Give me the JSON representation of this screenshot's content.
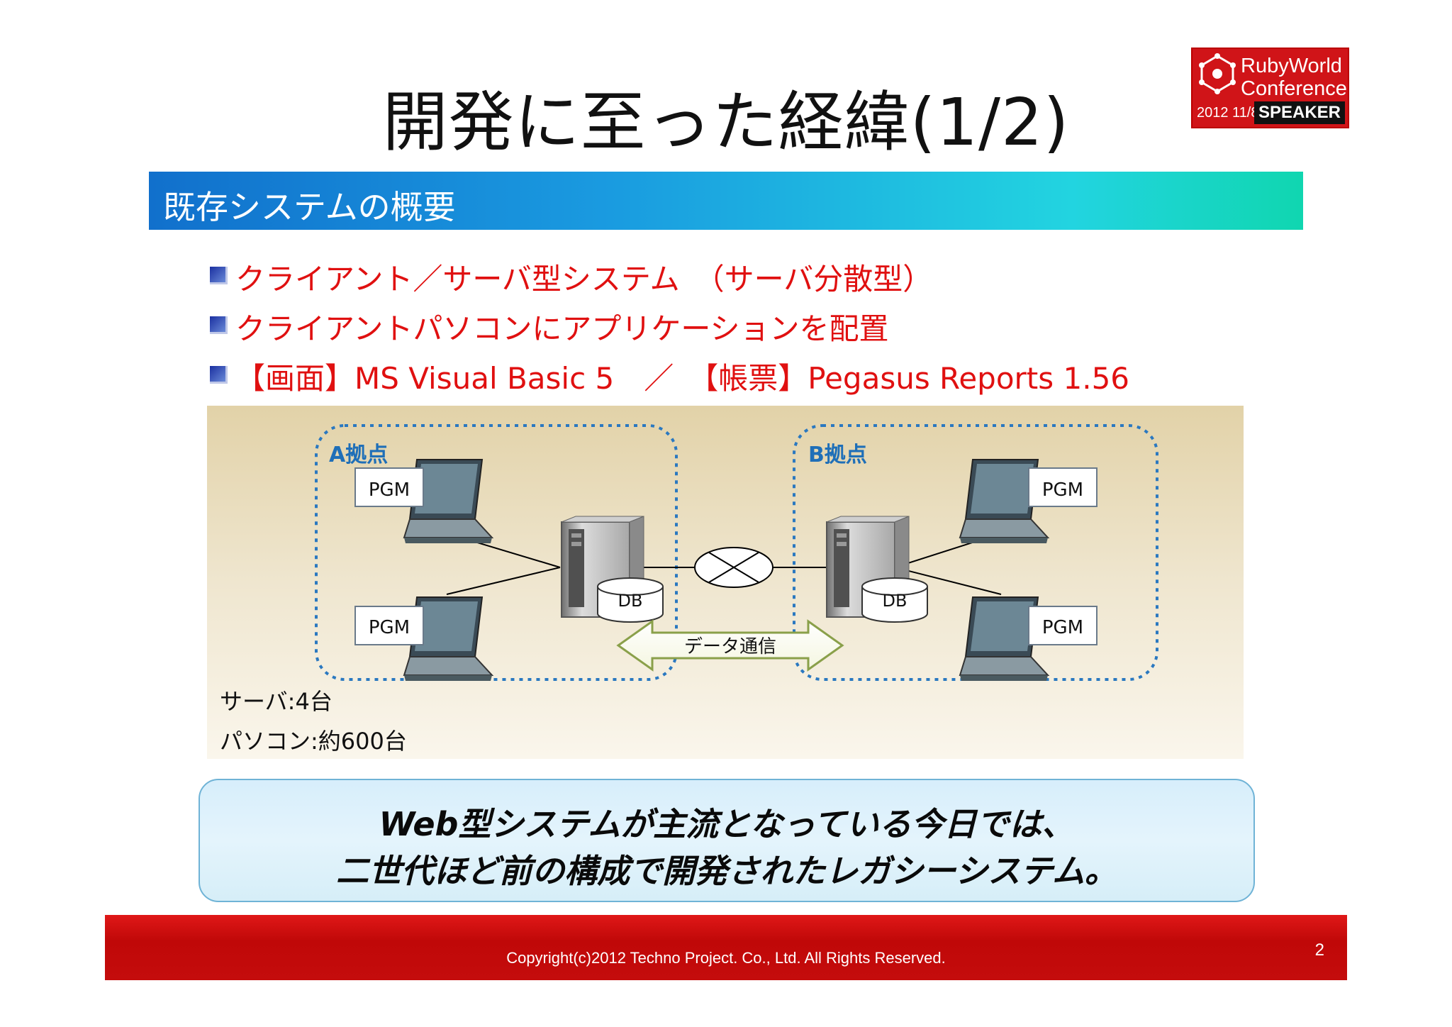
{
  "slide": {
    "title": "開発に至った経緯(1/2)",
    "section_heading": "既存システムの概要",
    "bullets": [
      "クライアント／サーバ型システム　（サーバ分散型）",
      "クライアントパソコンにアプリケーションを配置",
      "【画面】MS Visual Basic 5　／　【帳票】Pegasus Reports 1.56"
    ],
    "badge": {
      "line1": "RubyWorld",
      "line2": "Conference",
      "date": "2012 11/8-9",
      "role": "SPEAKER"
    }
  },
  "diagram": {
    "site_a": "A拠点",
    "site_b": "B拠点",
    "pgm": "PGM",
    "db": "DB",
    "link_label": "データ通信",
    "servers_note": "サーバ:4台",
    "pcs_note": "パソコン:約600台"
  },
  "callout": {
    "line1": "Web型システムが主流となっている今日では、",
    "line2": "二世代ほど前の構成で開発されたレガシーシステム。"
  },
  "footer": {
    "copyright": "Copyright(c)2012 Techno Project. Co., Ltd. All Rights Reserved.",
    "page": "2"
  },
  "colors": {
    "accent_red": "#e01010",
    "section_blue": "#1170cc",
    "dotted_border": "#2a78c0"
  }
}
